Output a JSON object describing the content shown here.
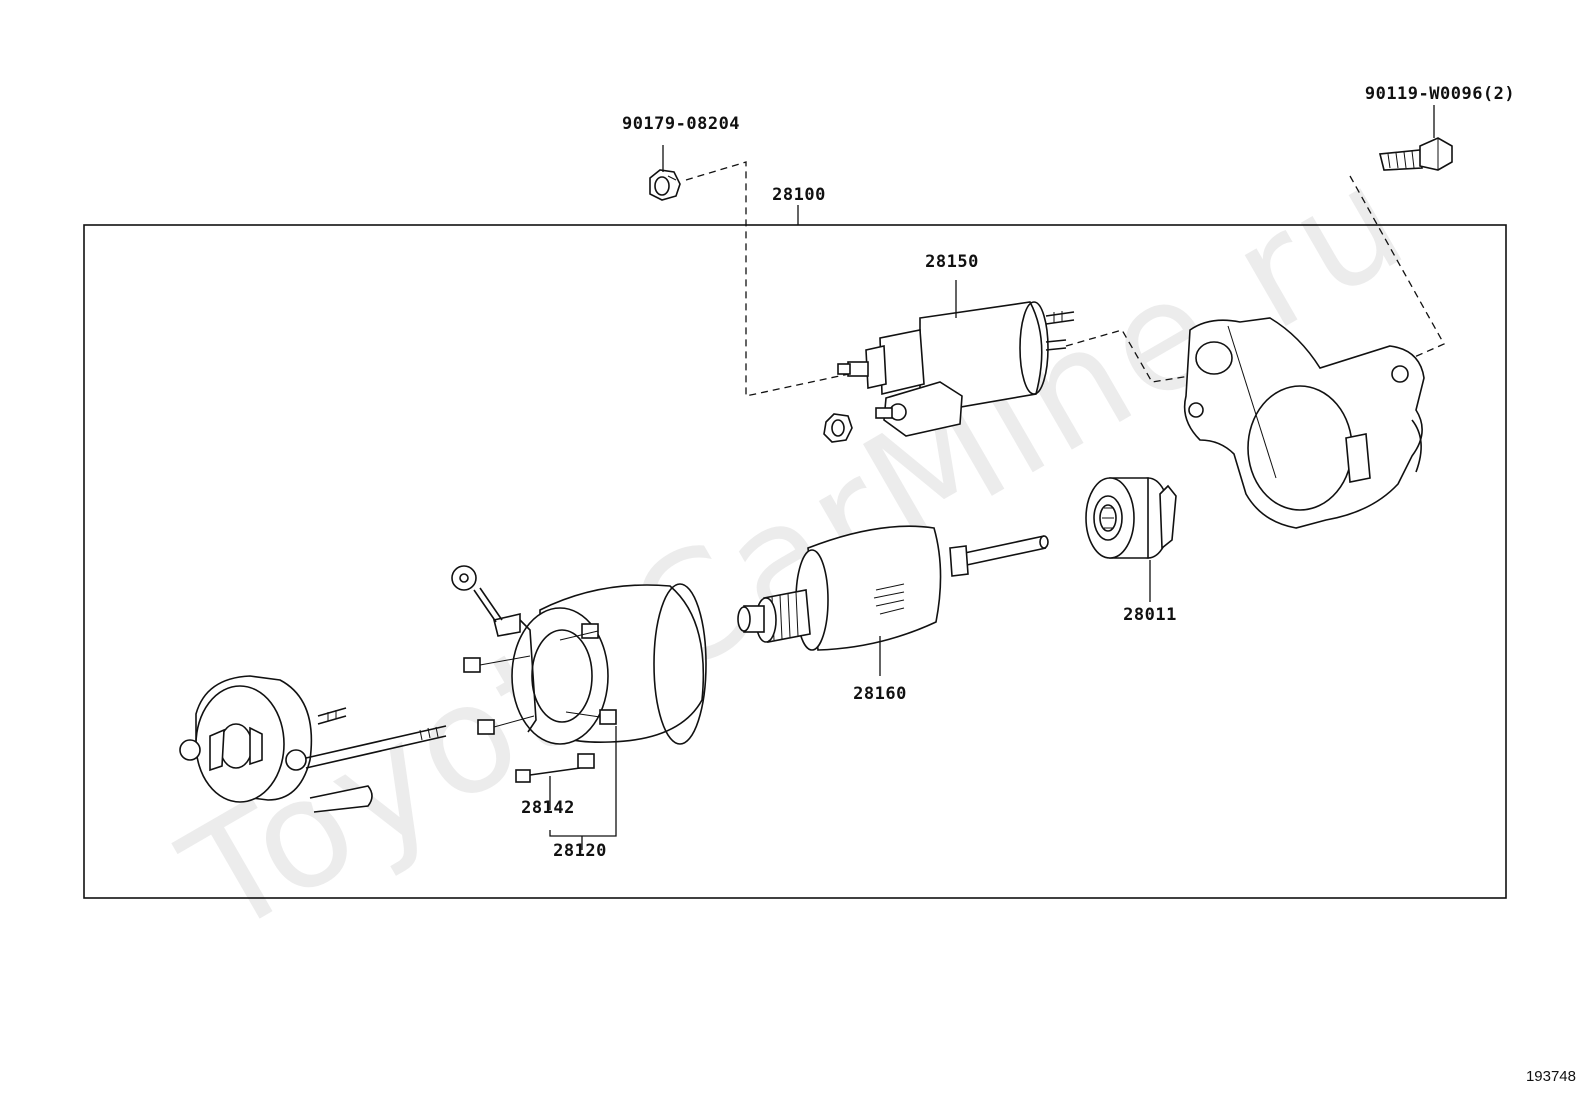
{
  "diagram": {
    "assembly_label": "28100",
    "figure_id": "193748",
    "watermark": "ToyotaCarMine.ru",
    "parts": {
      "nut_upper": "90179-08204",
      "bolt_right": "90119-W0096(2)",
      "solenoid": "28150",
      "drive_clutch": "28011",
      "armature": "28160",
      "brush": "28142",
      "brush_holder": "28120"
    }
  }
}
